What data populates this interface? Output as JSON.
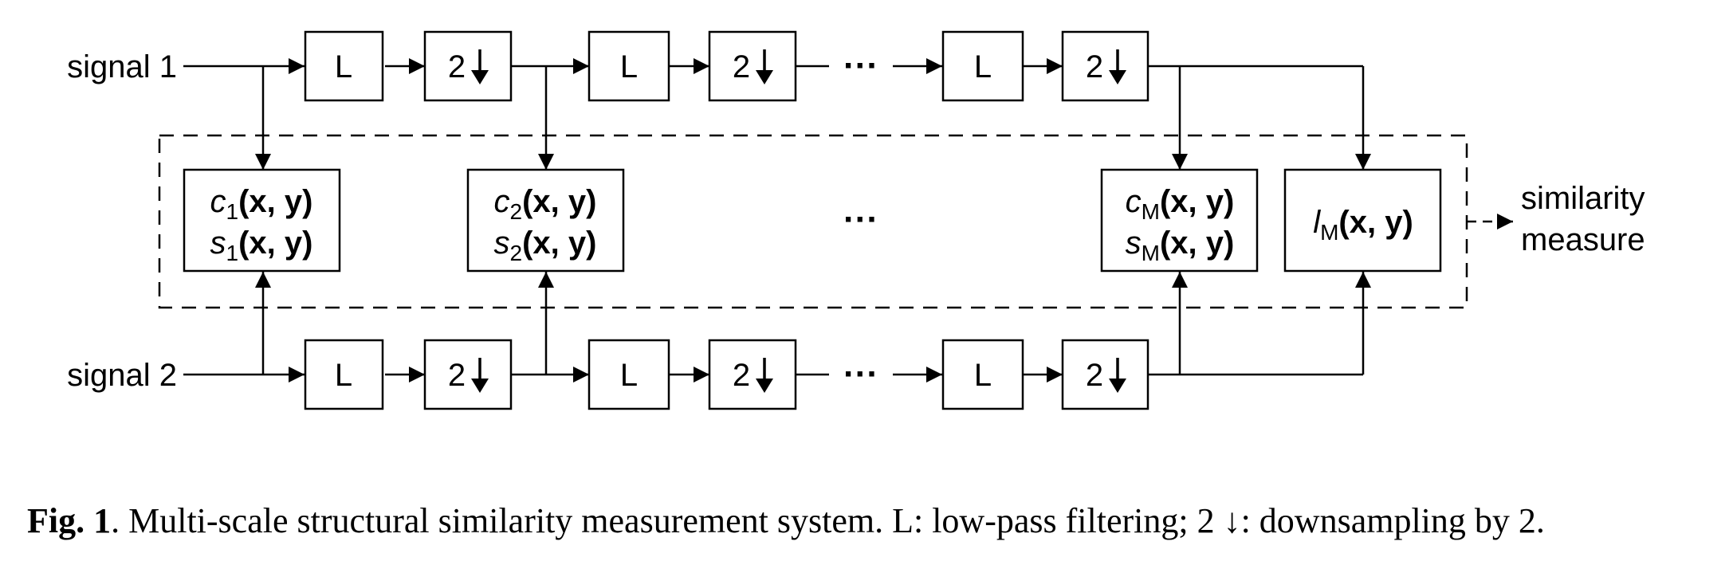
{
  "inputs": {
    "signal1": "signal 1",
    "signal2": "signal 2"
  },
  "stage_labels": {
    "lowpass": "L",
    "down_number": "2",
    "ellipsis": "···"
  },
  "modules": [
    {
      "line1": {
        "var": "c",
        "sub": "1",
        "args": "(x, y)"
      },
      "line2": {
        "var": "s",
        "sub": "1",
        "args": "(x, y)"
      }
    },
    {
      "line1": {
        "var": "c",
        "sub": "2",
        "args": "(x, y)"
      },
      "line2": {
        "var": "s",
        "sub": "2",
        "args": "(x, y)"
      }
    },
    {
      "line1": {
        "var": "c",
        "sub": "M",
        "args": "(x, y)"
      },
      "line2": {
        "var": "s",
        "sub": "M",
        "args": "(x, y)"
      }
    }
  ],
  "luminance_module": {
    "var": "l",
    "sub": "M",
    "args": "(x, y)"
  },
  "output": {
    "line1": "similarity",
    "line2": "measure"
  },
  "caption": {
    "label": "Fig. 1",
    "text": ". Multi-scale structural similarity measurement system. L: low-pass filtering; 2 ↓: downsampling by 2."
  }
}
